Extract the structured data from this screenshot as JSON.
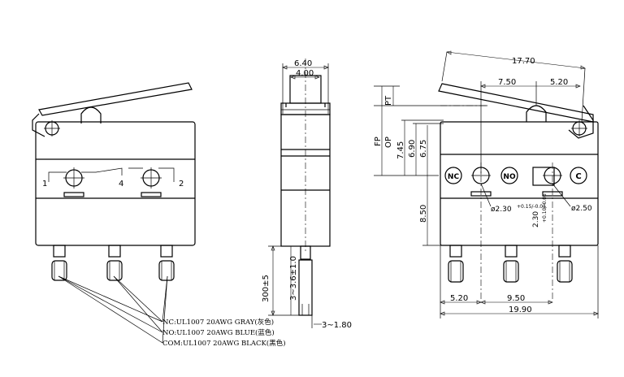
{
  "left_view": {
    "terminal_1": "1",
    "terminal_4": "4",
    "terminal_2": "2"
  },
  "wire_labels": [
    "NC:UL1007 20AWG GRAY(灰色)",
    "NO:UL1007 20AWG BLUE(蓝色)",
    "COM:UL1007 20AWG BLACK(黑色)"
  ],
  "mid_view": {
    "dims": {
      "width_outer": "6.40",
      "width_inner": "4.00",
      "lead_length": "3~3.6±1.0",
      "wire_length": "300±5",
      "lead_thickness": "3~1.80"
    }
  },
  "right_view": {
    "terminal_labels": [
      "NC",
      "NO",
      "C"
    ],
    "dims": {
      "lever_length": "17.70",
      "hole_spacing_a": "7.50",
      "hole_spacing_b": "5.20",
      "pt": "PT",
      "fp": "FP",
      "op": "OP",
      "h_745": "7.45",
      "h_690": "6.90",
      "h_675": "6.75",
      "h_850": "8.50",
      "hole_dia": "ø2.30",
      "hole_tol": "+0.15/-0.05",
      "hole_dia_b": "2.30",
      "hole_dia_b_tol": "+0.10/-0.05",
      "mount_dia": "ø2.50",
      "bottom_a": "5.20",
      "bottom_b": "9.50",
      "overall_width": "19.90"
    }
  }
}
